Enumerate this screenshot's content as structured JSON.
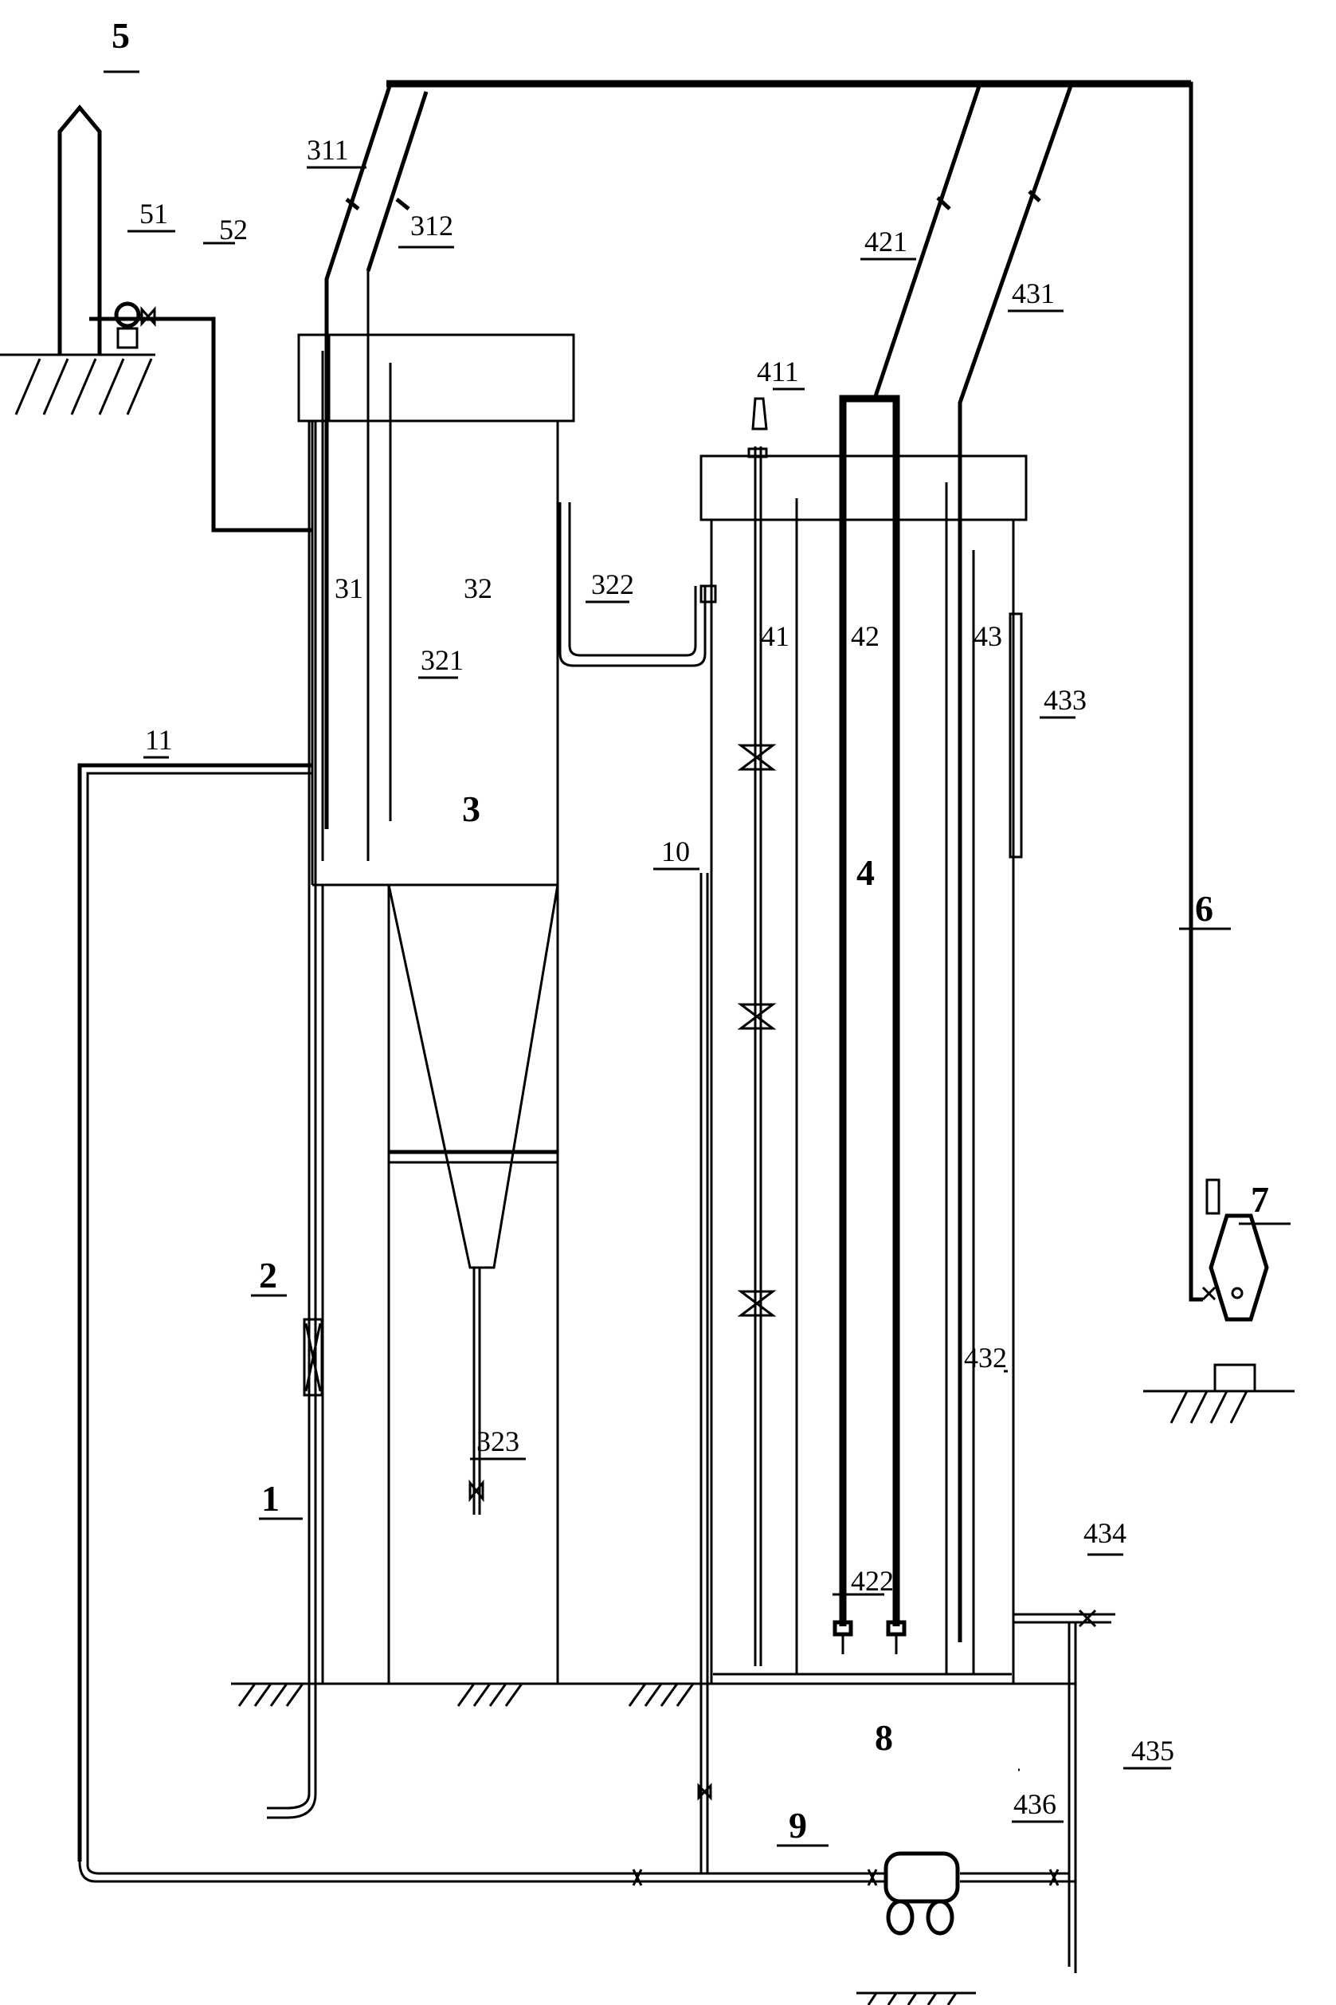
{
  "labels": {
    "l1": "1",
    "l2": "2",
    "l3": "3",
    "l4": "4",
    "l5": "5",
    "l6": "6",
    "l7": "7",
    "l8": "8",
    "l9": "9",
    "l10": "10",
    "l11": "11",
    "l31": "31",
    "l32": "32",
    "l41": "41",
    "l42": "42",
    "l43": "43",
    "l51": "51",
    "l52": "52",
    "l311": "311",
    "l312": "312",
    "l321": "321",
    "l322": "322",
    "l323": "323",
    "l411": "411",
    "l421": "421",
    "l422": "422",
    "l431": "431",
    "l432": "432",
    "l433": "433",
    "l434": "434",
    "l435": "435",
    "l436": "436"
  }
}
